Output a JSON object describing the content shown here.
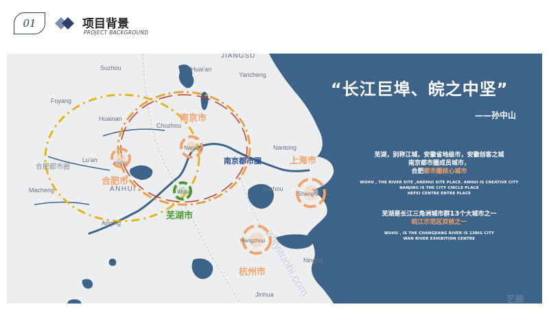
{
  "header": {
    "number": "01",
    "title_cn": "项目背景",
    "title_en": "PROJECT BACKGROUND"
  },
  "quote": {
    "text": "“长江巨埠、皖之中坚”",
    "author": "——孙中山"
  },
  "description": {
    "block1_cn": [
      "芜湖，别称江城，安徽省地级市，安徽创客之城",
      "南京都市圈成员城市，"
    ],
    "block1_cn_prefix": "合肥",
    "block1_cn_highlight": "都市圈核心城市",
    "block1_en": [
      "WUHU , THE RIVER SITE ,ANDHUI SITE PLACE. ANHUI IS CREATIVE CITY",
      "NANJING IS THE CITY CIRCLE PLACE",
      "HEFEI CENTRE ENTRE PLACE"
    ],
    "block2_cn_prefix": "芜湖是长江三角洲城市群",
    "block2_cn_number": "13",
    "block2_cn_suffix": "个大城市之一",
    "block2_cn_highlight": "皖江示范区双核之一",
    "block2_en": [
      "WUHU , IS THE CHANGJIANG RIVER IS 13BIG CITY",
      "WAN RIVER EXHIBITION CENTRE"
    ]
  },
  "map": {
    "regions": {
      "jiangsu": "JIANGSU",
      "anhui": "ANHUI"
    },
    "place_names": [
      {
        "key": "suzhou_n",
        "label": "Suzhou"
      },
      {
        "key": "huaian",
        "label": "Huai'an"
      },
      {
        "key": "yancheng",
        "label": "Yancheng"
      },
      {
        "key": "fuyang",
        "label": "Fuyang"
      },
      {
        "key": "huainan",
        "label": "Huainan"
      },
      {
        "key": "chuzhou",
        "label": "Chuzhou"
      },
      {
        "key": "luan",
        "label": "Lu'an"
      },
      {
        "key": "nantong",
        "label": "Nantong"
      },
      {
        "key": "suzhou_s",
        "label": "Suzhou"
      },
      {
        "key": "macheng",
        "label": "Macheng"
      },
      {
        "key": "anqing",
        "label": "Anqing"
      },
      {
        "key": "ningbo",
        "label": "Ningbo"
      },
      {
        "key": "jinhua",
        "label": "Jinhua"
      },
      {
        "key": "hefei_en",
        "label": "Hefei"
      },
      {
        "key": "nanjing_en",
        "label": "Nanjing"
      },
      {
        "key": "shanghai_en",
        "label": "Shanghai"
      },
      {
        "key": "hangzhou_en",
        "label": "Hangzhou"
      },
      {
        "key": "wuhu_en",
        "label": "Wuhu"
      }
    ],
    "cities_cn": {
      "nanjing": "南京市",
      "hefei": "合肥市",
      "shanghai": "上海市",
      "wuhu": "芜湖市",
      "hangzhou": "杭州市"
    },
    "circles_cn": {
      "hefei_circle": "合肥都市圈",
      "nanjing_circle": "南京都市圈"
    },
    "watermark": "zhiyituohi.com",
    "logo": "艺蜂"
  },
  "colors": {
    "sea": "#3d6488",
    "land": "#eef0f1",
    "accent": "#f2a36a",
    "wuhu_green": "#4a9a2e",
    "nanjing_circle_blue": "#2f4f8f",
    "title_navy": "#2c3e6b"
  }
}
